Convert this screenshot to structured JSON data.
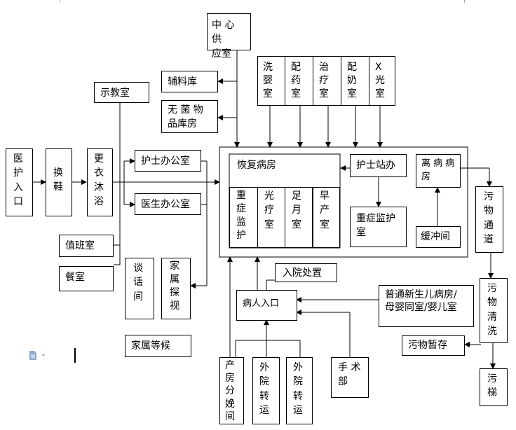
{
  "boxes": {
    "central_supply": "中 心 供\n应室",
    "washing_baby": "洗\n婴\n室",
    "dispensing": "配\n药\n室",
    "treatment": "治\n疗\n室",
    "formula": "配\n奶\n室",
    "xray": "X\n光\n室",
    "supplies": "辅料库",
    "sterile": "无 菌 物\n品库房",
    "teaching": "示教室",
    "entrance": "医\n护\n入\n口",
    "shoes": "换\n鞋",
    "changing": "更\n衣\n沐\n浴",
    "nurse_office": "护士办公室",
    "doctor_office": "医生办公室",
    "duty": "值班室",
    "dining": "餐室",
    "talk": "谈\n话\n间",
    "family_visit": "家\n属\n探\n视",
    "family_wait": "家属等候",
    "recovery": "恢复病房",
    "severe": "重\n症\n监\n护",
    "phototherapy": "光\n疗\n室",
    "fullterm": "足\n月\n室",
    "preterm": "早\n产\n室",
    "nurse_station": "护士站办",
    "severe_nursing": "重症监护\n室",
    "isolation": "离 病 病\n房",
    "buffer": "缓冲间",
    "dirty_channel": "污\n物\n通\n道",
    "dirty_wash": "污\n物\n清\n洗",
    "dirty_storage": "污物暂存",
    "dirty_lift": "污\n梯",
    "admission": "入院处置",
    "patient_entrance": "病人入口",
    "mother_baby": "普通新生儿病房/\n母婴同室/婴儿室",
    "delivery": "产\n房\n分\n娩\n间",
    "transfer1": "外\n院\n转\n运",
    "transfer2": "外\n院\n转\n运",
    "surgery": "手 术\n部"
  },
  "colors": {
    "line": "#000000",
    "background": "#ffffff",
    "doc_icon": "#8ea9c8"
  }
}
